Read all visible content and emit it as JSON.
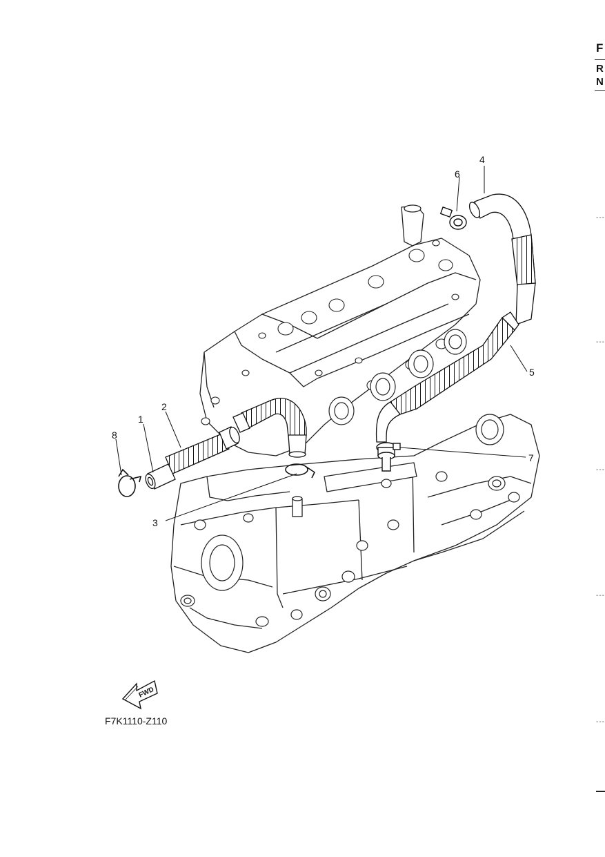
{
  "edge": {
    "letters": [
      "F",
      "R",
      "N"
    ]
  },
  "callouts": [
    "1",
    "2",
    "3",
    "4",
    "5",
    "6",
    "7",
    "8"
  ],
  "fwd_label": "FWD",
  "figure_code": "F7K1110-Z110"
}
